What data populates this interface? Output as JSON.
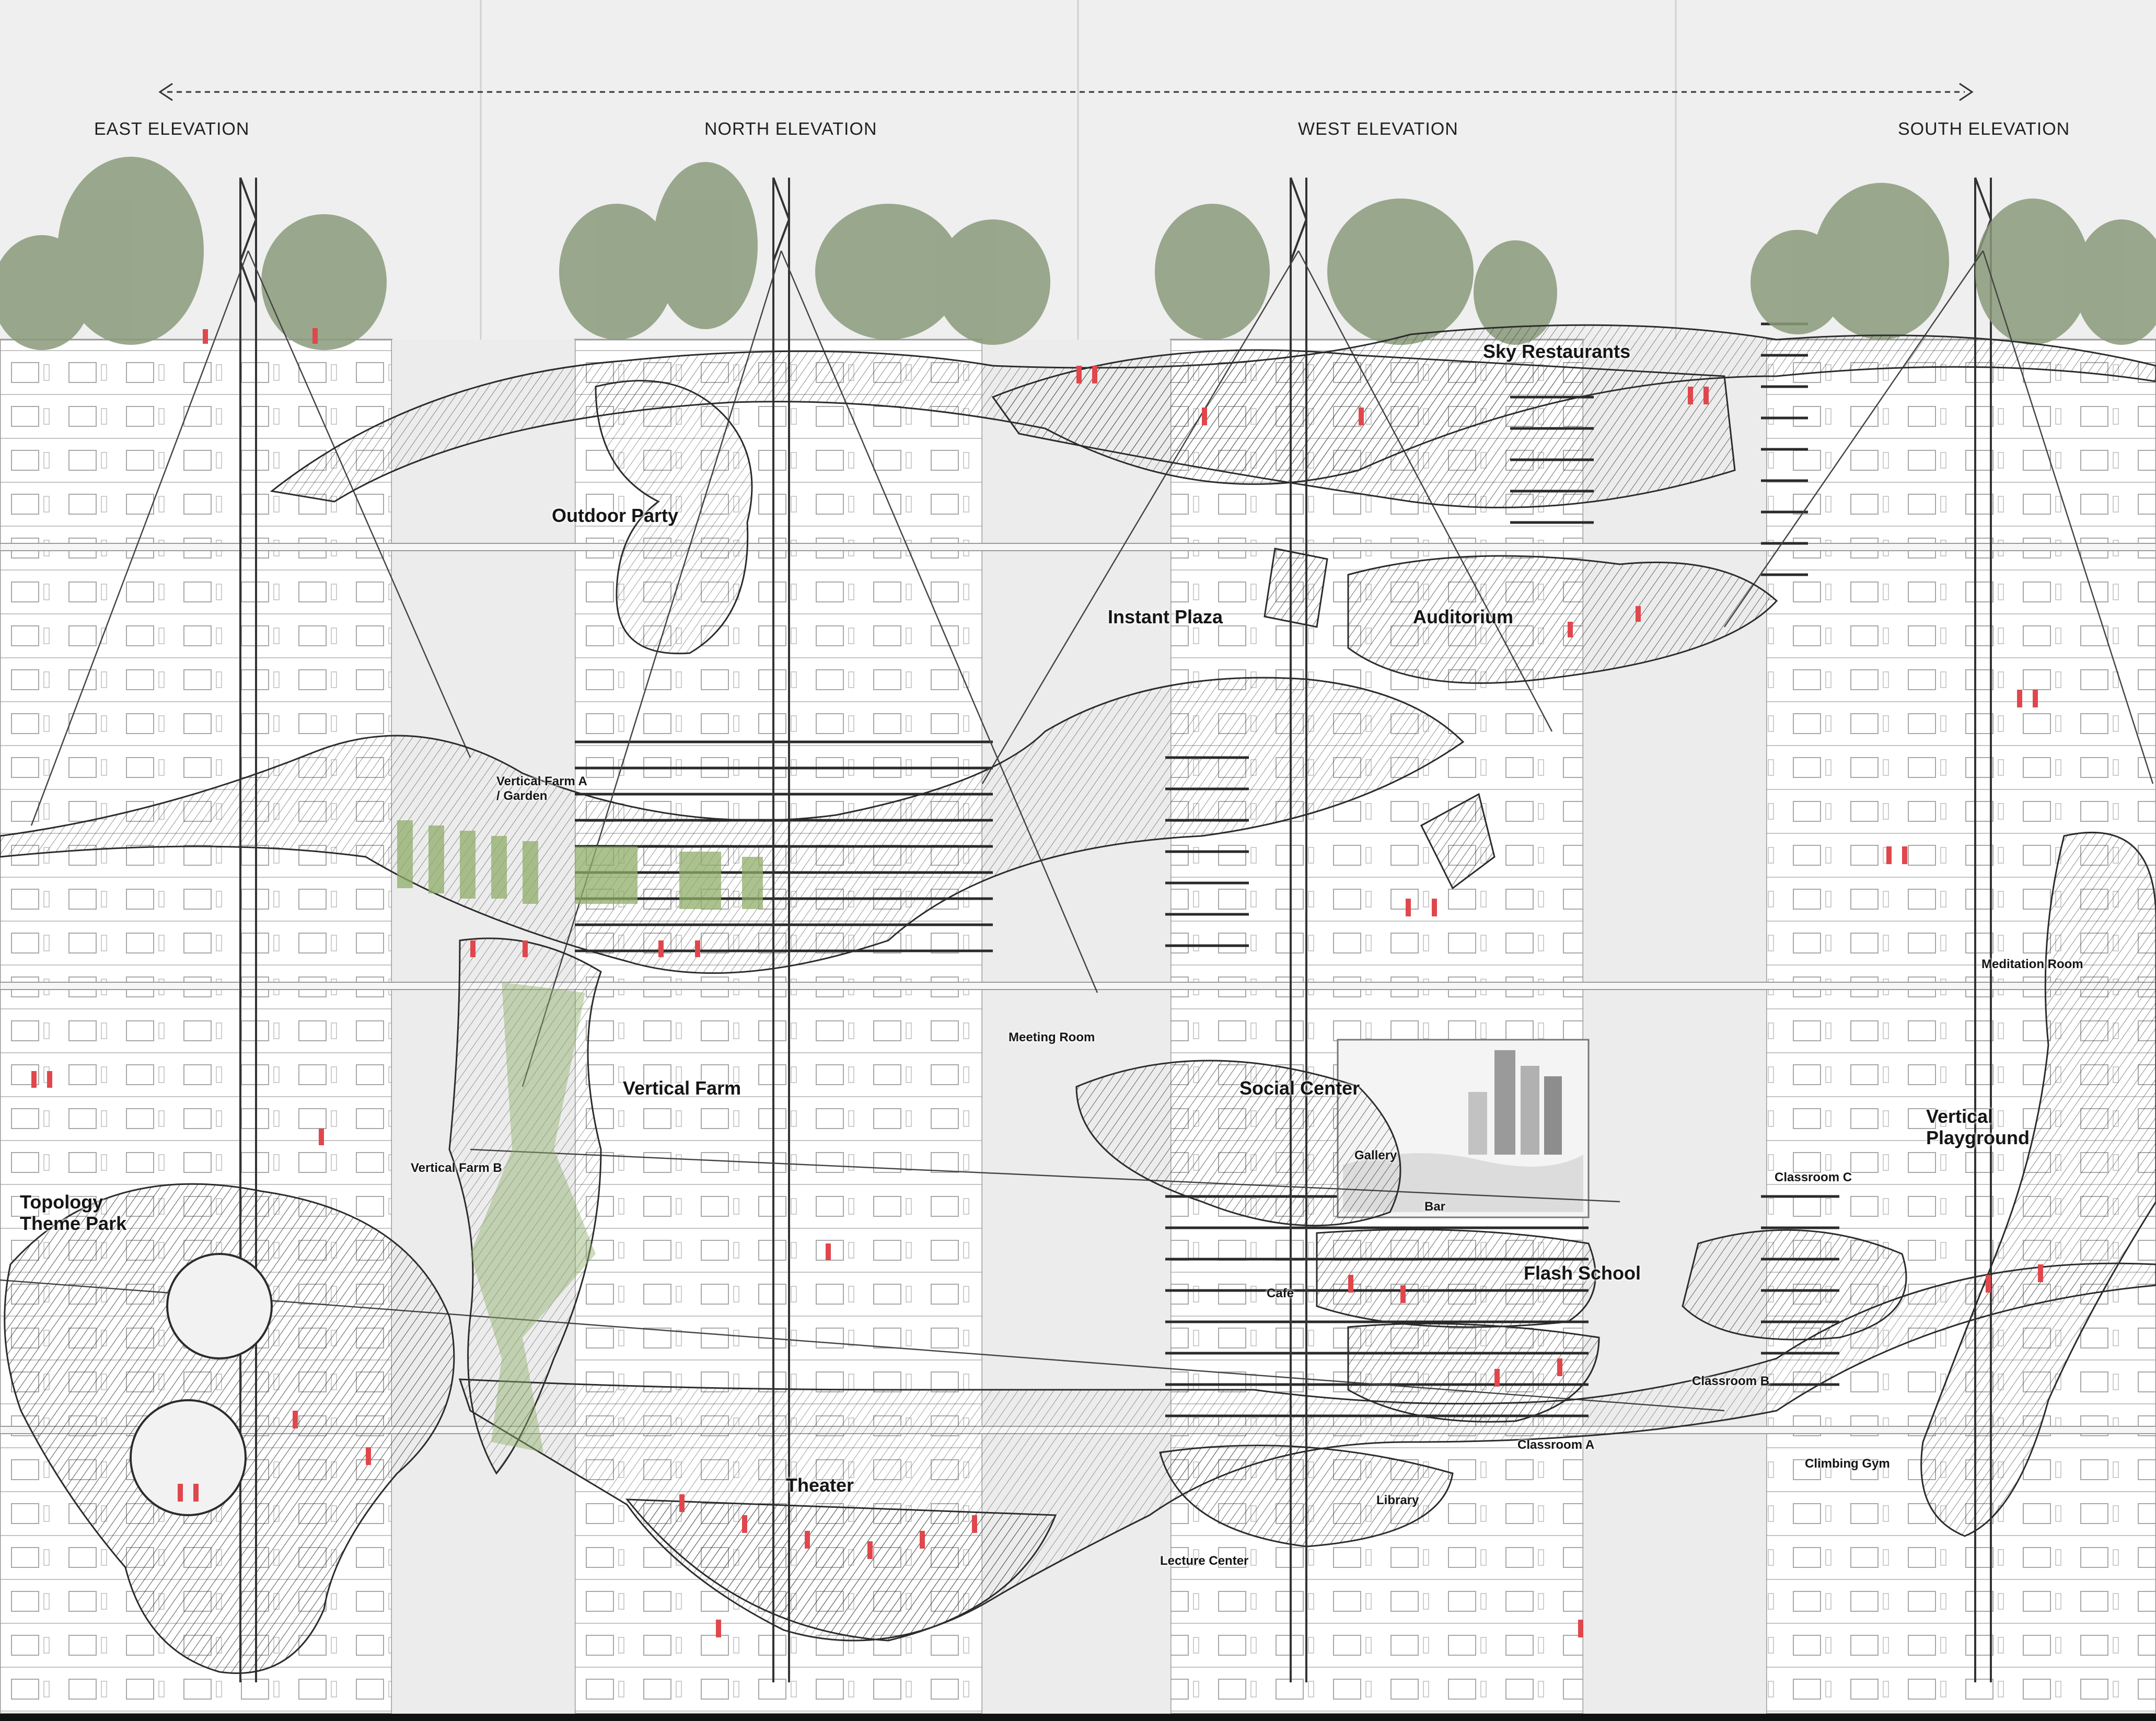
{
  "elevations": {
    "east": "EAST ELEVATION",
    "north": "NORTH ELEVATION",
    "west": "WEST ELEVATION",
    "south": "SOUTH ELEVATION"
  },
  "programs": {
    "sky_restaurants": "Sky Restaurants",
    "outdoor_party": "Outdoor Party",
    "instant_plaza": "Instant Plaza",
    "auditorium": "Auditorium",
    "vertical_farm_a_line1": "Vertical Farm A",
    "vertical_farm_a_line2": "/ Garden",
    "meditation_room": "Meditation Room",
    "meeting_room": "Meeting Room",
    "social_center": "Social Center",
    "vertical_farm": "Vertical Farm",
    "vertical_farm_b": "Vertical Farm B",
    "gallery": "Gallery",
    "vertical_playground_line1": "Vertical",
    "vertical_playground_line2": "Playground",
    "topology_line1": "Topology",
    "topology_line2": "Theme Park",
    "classroom_c": "Classroom C",
    "bar": "Bar",
    "flash_school": "Flash School",
    "cafe": "Cafe",
    "classroom_b": "Classroom B",
    "classroom_a": "Classroom A",
    "climbing_gym": "Climbing Gym",
    "theater": "Theater",
    "library": "Library",
    "lecture_center": "Lecture Center"
  },
  "colors": {
    "background": "#ffffff",
    "building_fill": "#ffffff",
    "building_line": "#9a9a9a",
    "gap_fill": "#eeeeee",
    "mesh": "#2c2c2c",
    "people": "#e0474c",
    "vegetation": "#8fae6a",
    "tree": "#8a9a7a"
  }
}
